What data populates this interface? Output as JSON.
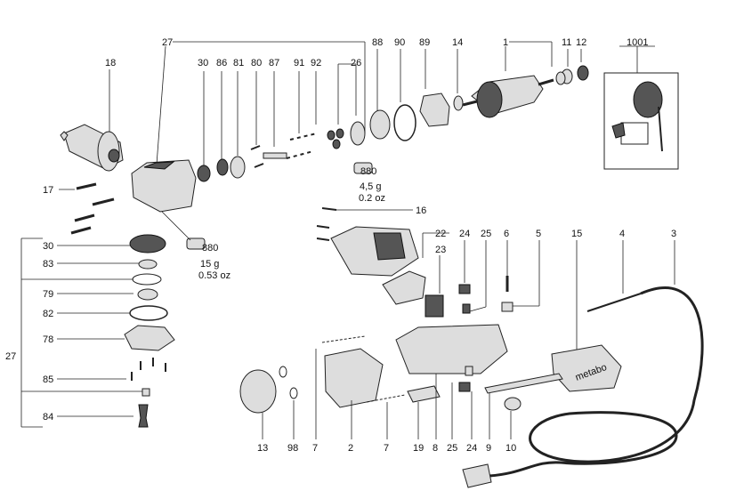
{
  "parts": {
    "p27_top": "27",
    "p18": "18",
    "p30_top": "30",
    "p86": "86",
    "p81": "81",
    "p80": "80",
    "p87": "87",
    "p91": "91",
    "p92": "92",
    "p26": "26",
    "p88": "88",
    "p90": "90",
    "p89": "89",
    "p14": "14",
    "p1": "1",
    "p11": "11",
    "p12": "12",
    "p1001": "1001",
    "p17": "17",
    "p16": "16",
    "p30_side": "30",
    "p83": "83",
    "p79": "79",
    "p82": "82",
    "p78": "78",
    "p27_side": "27",
    "p85": "85",
    "p84": "84",
    "p22": "22",
    "p23": "23",
    "p24_top": "24",
    "p25_top": "25",
    "p6": "6",
    "p5": "5",
    "p15": "15",
    "p4": "4",
    "p3": "3",
    "p13": "13",
    "p98": "98",
    "p7_a": "7",
    "p2": "2",
    "p7_b": "7",
    "p19": "19",
    "p8": "8",
    "p25_bot": "25",
    "p24_bot": "24",
    "p9": "9",
    "p10": "10"
  },
  "grease_notes": {
    "small_code": "880",
    "small_weight": "4,5 g",
    "small_oz": "0.2 oz",
    "large_code": "880",
    "large_weight": "15 g",
    "large_oz": "0.53 oz"
  },
  "brand_on_cover": "metabo"
}
